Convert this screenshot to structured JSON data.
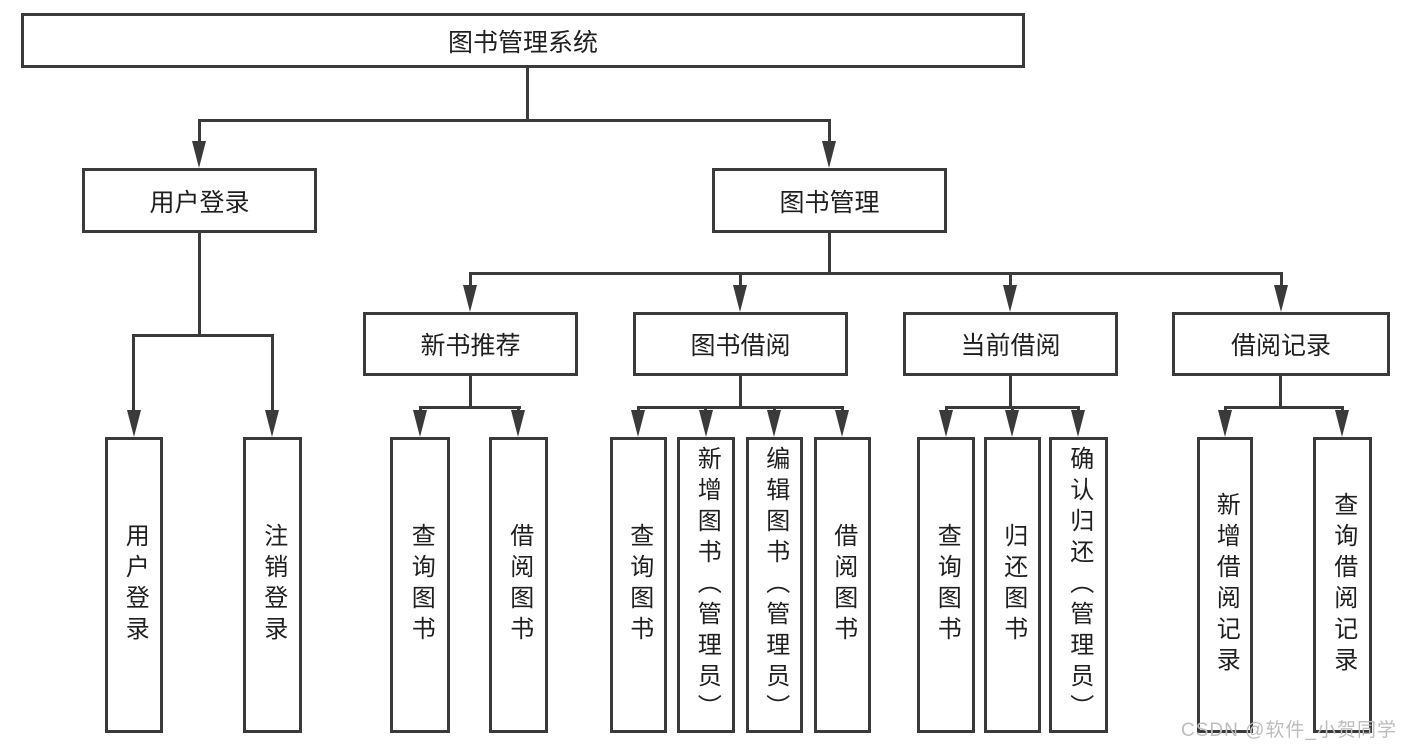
{
  "theme": {
    "line": "#3a3a3a",
    "text": "#1f1f1f",
    "watermark": "#bdbdbd",
    "bg": "#ffffff"
  },
  "tree": {
    "label": "图书管理系统",
    "children": [
      {
        "label": "用户登录",
        "children": [
          {
            "label": "用户登录"
          },
          {
            "label": "注销登录"
          }
        ]
      },
      {
        "label": "图书管理",
        "children": [
          {
            "label": "新书推荐",
            "children": [
              {
                "label": "查询图书"
              },
              {
                "label": "借阅图书"
              }
            ]
          },
          {
            "label": "图书借阅",
            "children": [
              {
                "label": "查询图书"
              },
              {
                "label": "新增图书（管理员）"
              },
              {
                "label": "编辑图书（管理员）"
              },
              {
                "label": "借阅图书"
              }
            ]
          },
          {
            "label": "当前借阅",
            "children": [
              {
                "label": "查询图书"
              },
              {
                "label": "归还图书"
              },
              {
                "label": "确认归还（管理员）"
              }
            ]
          },
          {
            "label": "借阅记录",
            "children": [
              {
                "label": "新增借阅记录"
              },
              {
                "label": "查询借阅记录"
              }
            ]
          }
        ]
      }
    ]
  },
  "watermark": {
    "text": "CSDN @软件_小贺同学"
  }
}
